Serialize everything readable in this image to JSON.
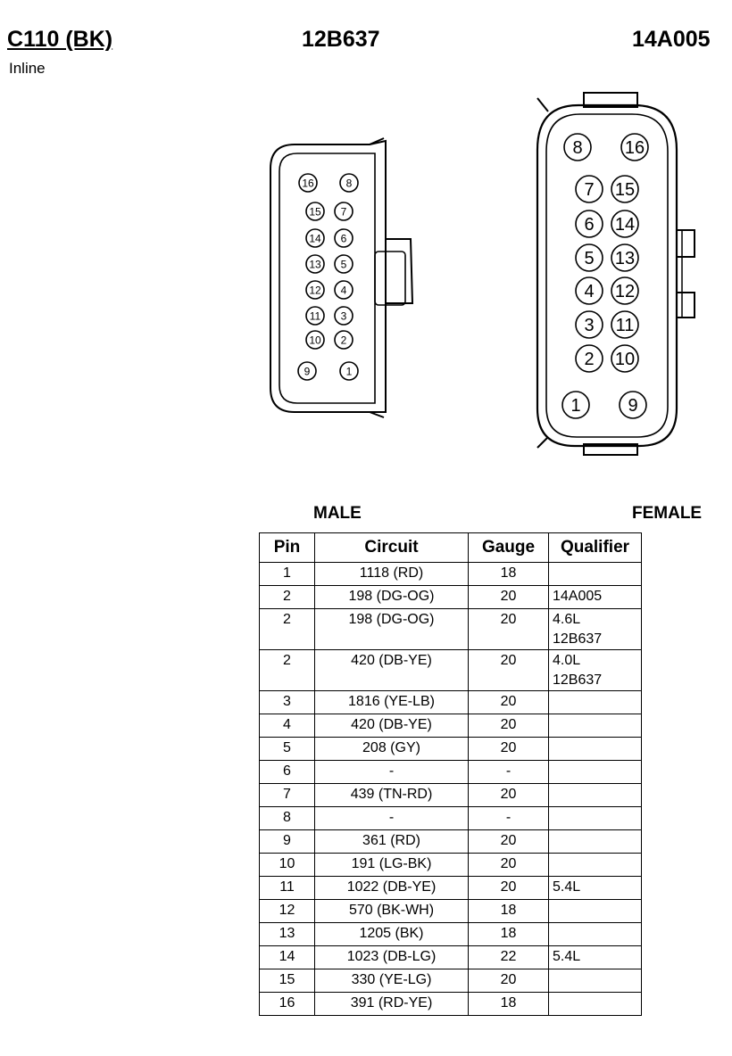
{
  "header": {
    "connector_id": "C110 (BK)",
    "connector_type": "Inline",
    "male_part": "12B637",
    "female_part": "14A005"
  },
  "labels": {
    "male": "MALE",
    "female": "FEMALE"
  },
  "male_face_pins": [
    "16",
    "8",
    "15",
    "7",
    "14",
    "6",
    "13",
    "5",
    "12",
    "4",
    "11",
    "3",
    "10",
    "2",
    "9",
    "1"
  ],
  "female_face_pins": [
    "8",
    "16",
    "7",
    "15",
    "6",
    "14",
    "5",
    "13",
    "4",
    "12",
    "3",
    "11",
    "2",
    "10",
    "1",
    "9"
  ],
  "table": {
    "headers": {
      "pin": "Pin",
      "circuit": "Circuit",
      "gauge": "Gauge",
      "qualifier": "Qualifier"
    },
    "rows": [
      {
        "pin": "1",
        "circuit": "1118 (RD)",
        "gauge": "18",
        "qualifier": ""
      },
      {
        "pin": "2",
        "circuit": "198 (DG-OG)",
        "gauge": "20",
        "qualifier": "14A005"
      },
      {
        "pin": "2",
        "circuit": "198 (DG-OG)",
        "gauge": "20",
        "qualifier": "4.6L",
        "qualifier2": "12B637"
      },
      {
        "pin": "2",
        "circuit": "420 (DB-YE)",
        "gauge": "20",
        "qualifier": "4.0L",
        "qualifier2": "12B637"
      },
      {
        "pin": "3",
        "circuit": "1816 (YE-LB)",
        "gauge": "20",
        "qualifier": ""
      },
      {
        "pin": "4",
        "circuit": "420 (DB-YE)",
        "gauge": "20",
        "qualifier": ""
      },
      {
        "pin": "5",
        "circuit": "208 (GY)",
        "gauge": "20",
        "qualifier": ""
      },
      {
        "pin": "6",
        "circuit": "-",
        "gauge": "-",
        "qualifier": ""
      },
      {
        "pin": "7",
        "circuit": "439 (TN-RD)",
        "gauge": "20",
        "qualifier": ""
      },
      {
        "pin": "8",
        "circuit": "-",
        "gauge": "-",
        "qualifier": ""
      },
      {
        "pin": "9",
        "circuit": "361 (RD)",
        "gauge": "20",
        "qualifier": ""
      },
      {
        "pin": "10",
        "circuit": "191 (LG-BK)",
        "gauge": "20",
        "qualifier": ""
      },
      {
        "pin": "11",
        "circuit": "1022 (DB-YE)",
        "gauge": "20",
        "qualifier": "5.4L"
      },
      {
        "pin": "12",
        "circuit": "570 (BK-WH)",
        "gauge": "18",
        "qualifier": ""
      },
      {
        "pin": "13",
        "circuit": "1205 (BK)",
        "gauge": "18",
        "qualifier": ""
      },
      {
        "pin": "14",
        "circuit": "1023 (DB-LG)",
        "gauge": "22",
        "qualifier": "5.4L"
      },
      {
        "pin": "15",
        "circuit": "330 (YE-LG)",
        "gauge": "20",
        "qualifier": ""
      },
      {
        "pin": "16",
        "circuit": "391 (RD-YE)",
        "gauge": "18",
        "qualifier": ""
      }
    ]
  }
}
